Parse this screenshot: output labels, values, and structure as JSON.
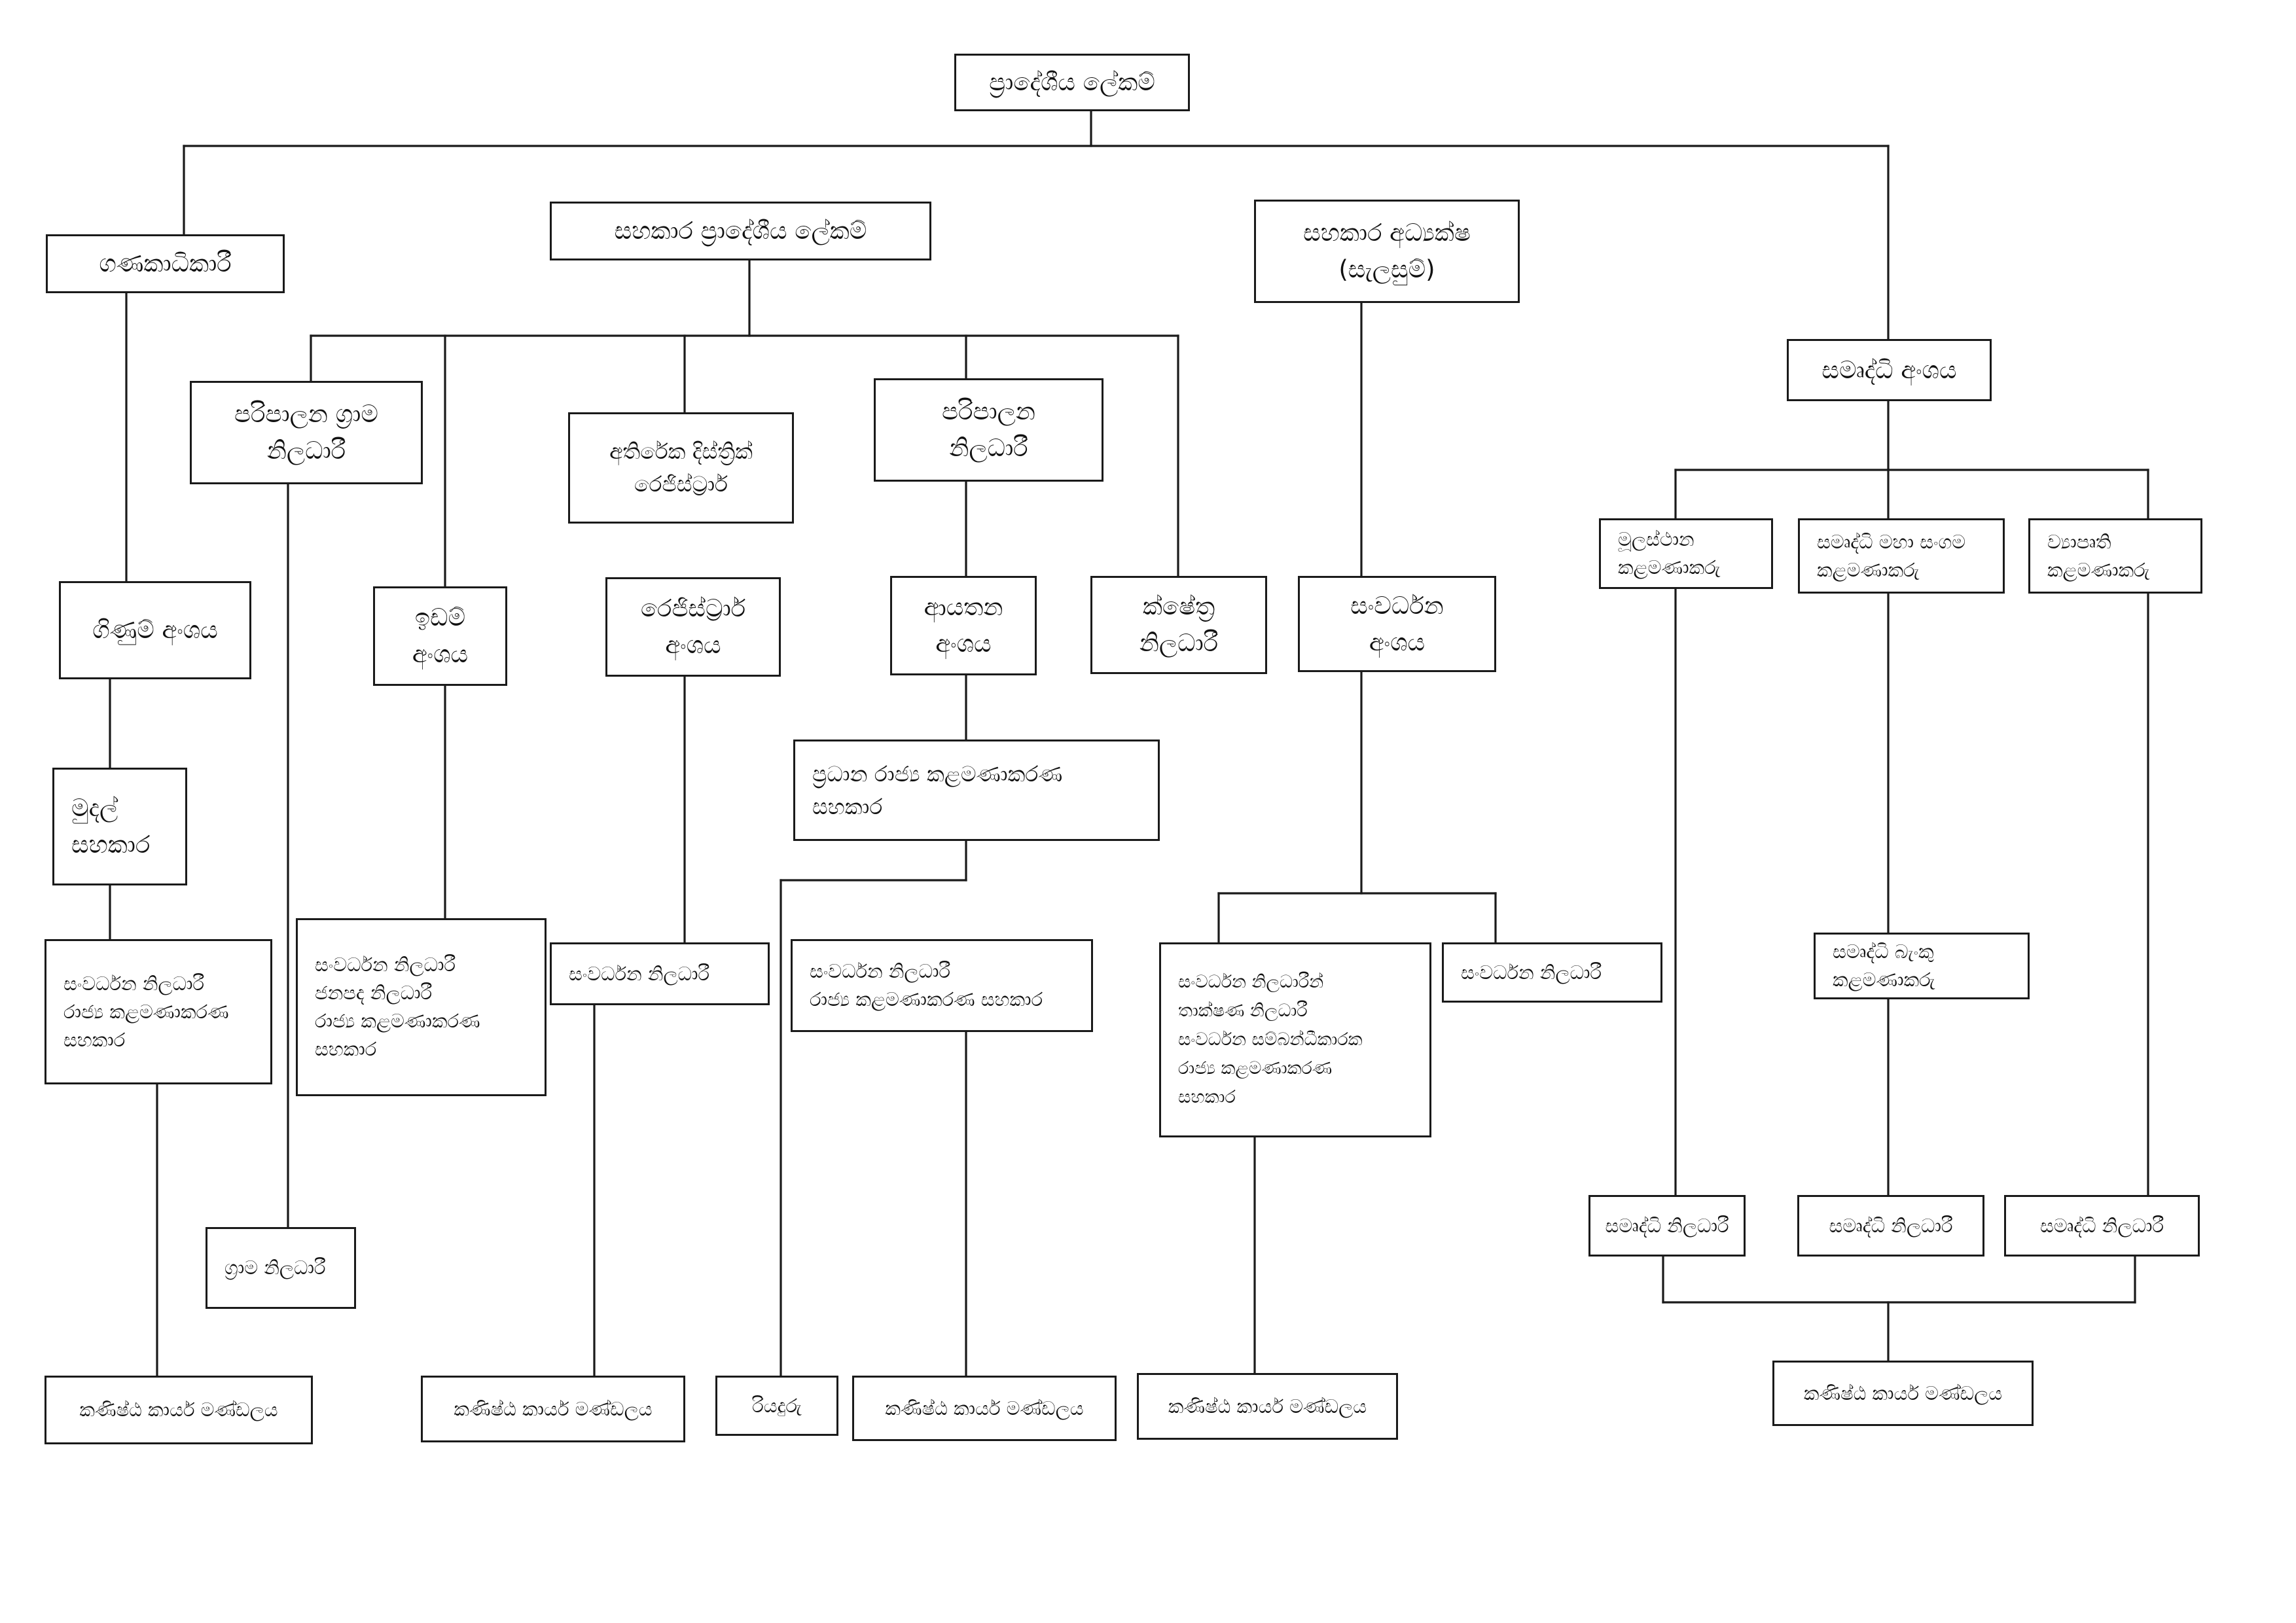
{
  "boxes": {
    "divisional_secretary": [
      "ප්‍රාදේශීය ලේකම්"
    ],
    "accountant": [
      "ගණකාධිකාරී"
    ],
    "assistant_divisional_secretary": [
      "සහකාර ප්‍රාදේශීය ලේකම්"
    ],
    "assistant_director_planning": [
      "සහකාර අධ්‍යක්ෂ",
      "(සැලසුම්)"
    ],
    "samurdhi_division": [
      "සමෘද්ධි අංශය"
    ],
    "admin_grama_niladhari": [
      "පරිපාලන ග්‍රාම",
      "නිලධාරී"
    ],
    "additional_district_registrar": [
      "අතිරේක දිස්ත්‍රික්",
      "රෙජිස්ට්‍රාර්"
    ],
    "administrative_officer": [
      "පරිපාලන",
      "නිලධාරී"
    ],
    "accounts_division": [
      "ගිණුම් අංශය"
    ],
    "land_division": [
      "ඉඩම්",
      "අංශය"
    ],
    "registrar_division": [
      "රෙජිස්ට්‍රාර්",
      "අංශය"
    ],
    "establishment_division": [
      "ආයතන",
      "අංශය"
    ],
    "field_officer": [
      "ක්ෂේත්‍ර",
      "නිලධාරී"
    ],
    "development_division": [
      "සංවර්ධන",
      "අංශය"
    ],
    "mulasthana_manager": [
      "මූලස්ථාන",
      "කළමණාකරු"
    ],
    "samurdhi_maha_sangama_manager": [
      "සමෘද්ධි මහා සංගම",
      "කළමණාකරු"
    ],
    "project_manager": [
      "ව්‍යාපෘති",
      "කළමණාකරු"
    ],
    "chief_management_assistant": [
      "ප්‍රධාන රාජ්‍ය කළමණාකරණ",
      "සහකාර"
    ],
    "financial_assistant": [
      "මුදල්",
      "සහකාර"
    ],
    "accounts_staff": [
      "සංවර්ධන නිලධාරී",
      "රාජ්‍ය කළමණාකරණ",
      "සහකාර"
    ],
    "land_staff": [
      "සංවර්ධන නිලධාරී",
      "ජනපද නිලධාරී",
      "රාජ්‍ය කළමණාකරණ",
      "සහකාර"
    ],
    "registrar_staff": [
      "සංවර්ධන නිලධාරී"
    ],
    "establishment_staff": [
      "සංවර්ධන නිලධාරී",
      "රාජ්‍ය කළමණාකරණ සහකාර"
    ],
    "development_staff": [
      "සංවර්ධන නිලධාරීන්",
      "තාක්ෂණ නිලධාරී",
      "සංවර්ධන සම්බන්ධීකාරක",
      "රාජ්‍ය කළමණාකරණ",
      "සහකාර"
    ],
    "development_officer": [
      "සංවර්ධන නිලධාරී"
    ],
    "samurdhi_bank_manager": [
      "සමෘද්ධි බැංකු",
      "කළමණාකරු"
    ],
    "grama_niladhari": [
      "ග්‍රාම නිලධාරී"
    ],
    "samurdhi_officer_1": [
      "සමෘද්ධි නිලධාරී"
    ],
    "samurdhi_officer_2": [
      "සමෘද්ධි නිලධාරී"
    ],
    "samurdhi_officer_3": [
      "සමෘද්ධි නිලධාරී"
    ],
    "minor_staff_accounts": [
      "කණිෂ්ඨ කාර්ය මණ්ඩලය"
    ],
    "minor_staff_land": [
      "කණිෂ්ඨ කාර්ය මණ්ඩලය"
    ],
    "driver": [
      "රියදුරු"
    ],
    "minor_staff_establishment": [
      "කණිෂ්ඨ කාර්ය මණ්ඩලය"
    ],
    "minor_staff_development": [
      "කණිෂ්ඨ කාර්ය මණ්ඩලය"
    ],
    "minor_staff_samurdhi": [
      "කණිෂ්ඨ කාර්ය මණ්ඩලය"
    ]
  }
}
